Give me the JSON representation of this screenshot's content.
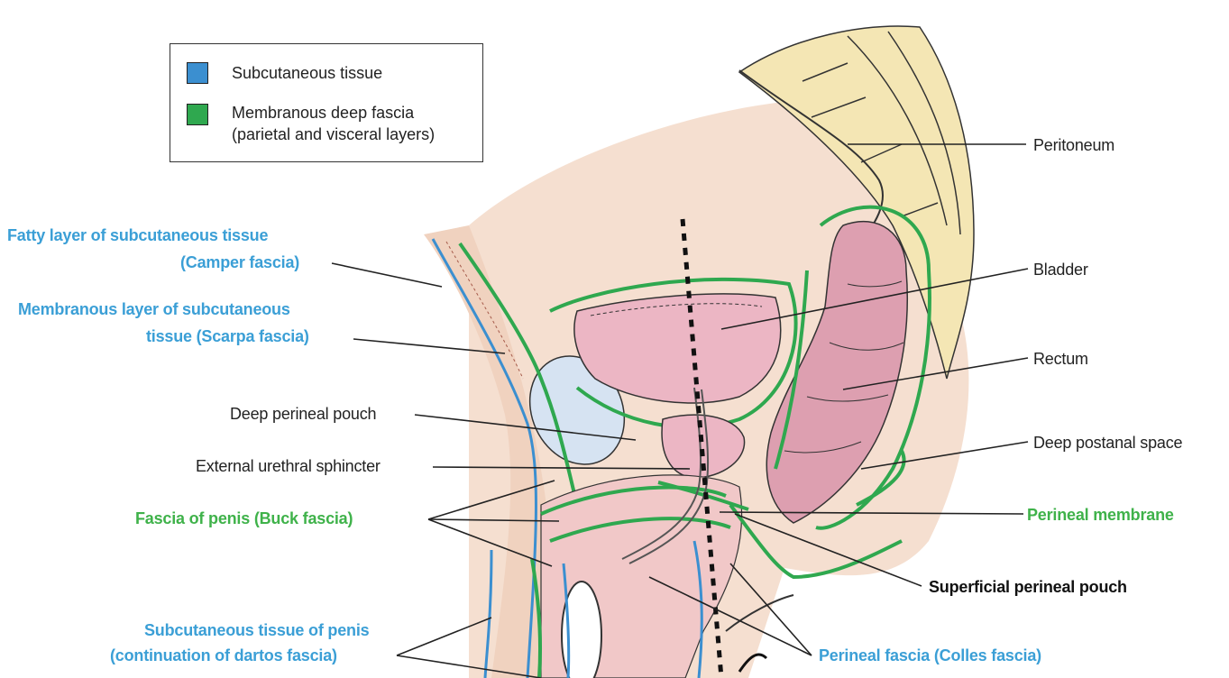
{
  "colors": {
    "subcutaneous": "#3b8fd0",
    "membranous": "#2fa84f",
    "blue_label": "#3b9fd6",
    "green_label": "#3fb24a",
    "skin": "#f3d9c8",
    "organ_pink": "#ecb6c4",
    "bone_yellow": "#f4e6b4",
    "bone_blue": "#d6e3f2"
  },
  "legend": {
    "items": [
      {
        "color_key": "subcutaneous",
        "line1": "Subcutaneous tissue",
        "line2": ""
      },
      {
        "color_key": "membranous",
        "line1": "Membranous deep fascia",
        "line2": "(parietal and visceral layers)"
      }
    ]
  },
  "labels": {
    "fatty_1": "Fatty layer of subcutaneous tissue",
    "fatty_2": "(Camper fascia)",
    "membranous_1": "Membranous layer of subcutaneous",
    "membranous_2": "tissue (Scarpa fascia)",
    "deep_pouch": "Deep perineal pouch",
    "ext_sphincter": "External urethral sphincter",
    "buck": "Fascia of penis (Buck fascia)",
    "subq_penis_1": "Subcutaneous tissue of penis",
    "subq_penis_2": "(continuation of dartos fascia)",
    "peritoneum": "Peritoneum",
    "bladder": "Bladder",
    "rectum": "Rectum",
    "deep_postanal": "Deep postanal space",
    "perineal_membrane": "Perineal membrane",
    "superficial_pouch": "Superficial perineal pouch",
    "colles": "Perineal fascia (Colles fascia)"
  }
}
